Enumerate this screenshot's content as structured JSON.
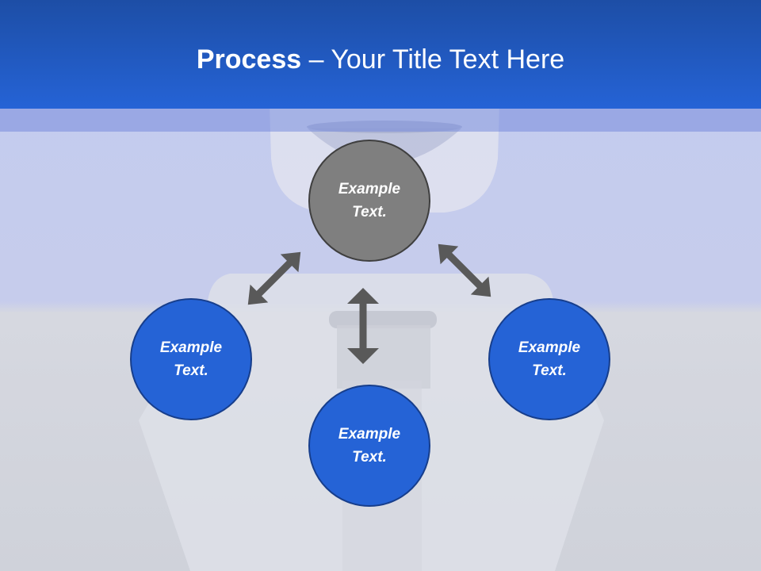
{
  "header": {
    "title_bold": "Process",
    "title_rest": " – Your Title Text Here"
  },
  "nodes": {
    "center": "Example Text.",
    "left": "Example Text.",
    "bottom": "Example Text.",
    "right": "Example Text."
  },
  "colors": {
    "header": "#2563d6",
    "node_blue": "#2563d6",
    "node_gray": "#7f7f7f",
    "arrow": "#595959"
  }
}
